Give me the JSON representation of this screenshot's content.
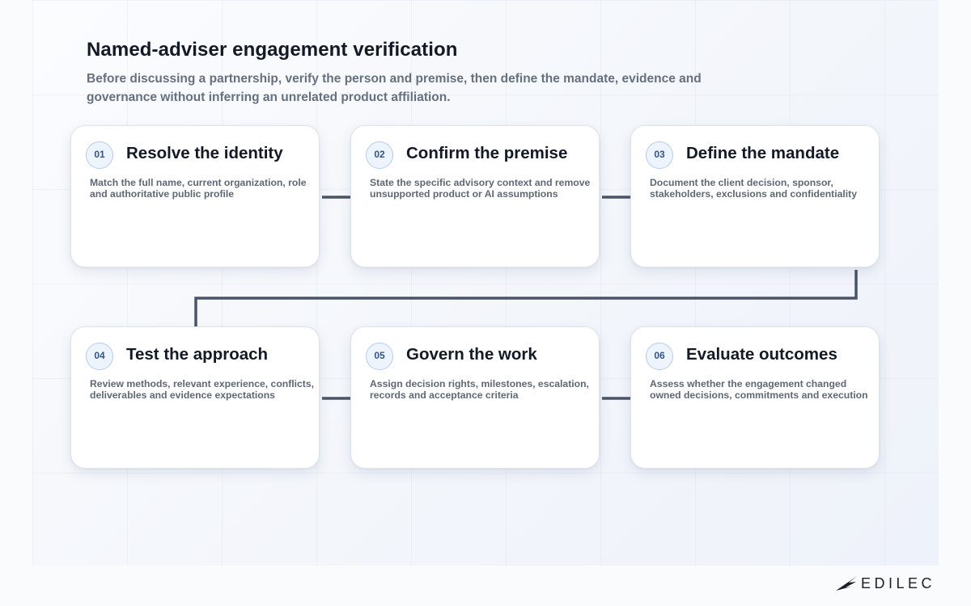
{
  "header": {
    "title": "Named-adviser engagement verification",
    "subtitle": "Before discussing a partnership, verify the person and premise, then define the mandate, evidence and governance without inferring an unrelated product affiliation."
  },
  "steps": [
    {
      "number": "01",
      "title": "Resolve the identity",
      "description": "Match the full name, current organization, role and authoritative public profile"
    },
    {
      "number": "02",
      "title": "Confirm the premise",
      "description": "State the specific advisory context and remove unsupported product or AI assumptions"
    },
    {
      "number": "03",
      "title": "Define the mandate",
      "description": "Document the client decision, sponsor, stakeholders, exclusions and confidentiality"
    },
    {
      "number": "04",
      "title": "Test the approach",
      "description": "Review methods, relevant experience, conflicts, deliverables and evidence expectations"
    },
    {
      "number": "05",
      "title": "Govern the work",
      "description": "Assign decision rights, milestones, escalation, records and acceptance criteria"
    },
    {
      "number": "06",
      "title": "Evaluate outcomes",
      "description": "Assess whether the engagement changed owned decisions, commitments and execution"
    }
  ],
  "footer": {
    "logo_icon": "stylized-wing-icon",
    "logo_text": "EDILEC"
  },
  "colors": {
    "connector": "#4a5466",
    "badge_border": "#b5cdee",
    "badge_text": "#34548a",
    "title_text": "#131a26",
    "body_text": "#5f6875"
  }
}
